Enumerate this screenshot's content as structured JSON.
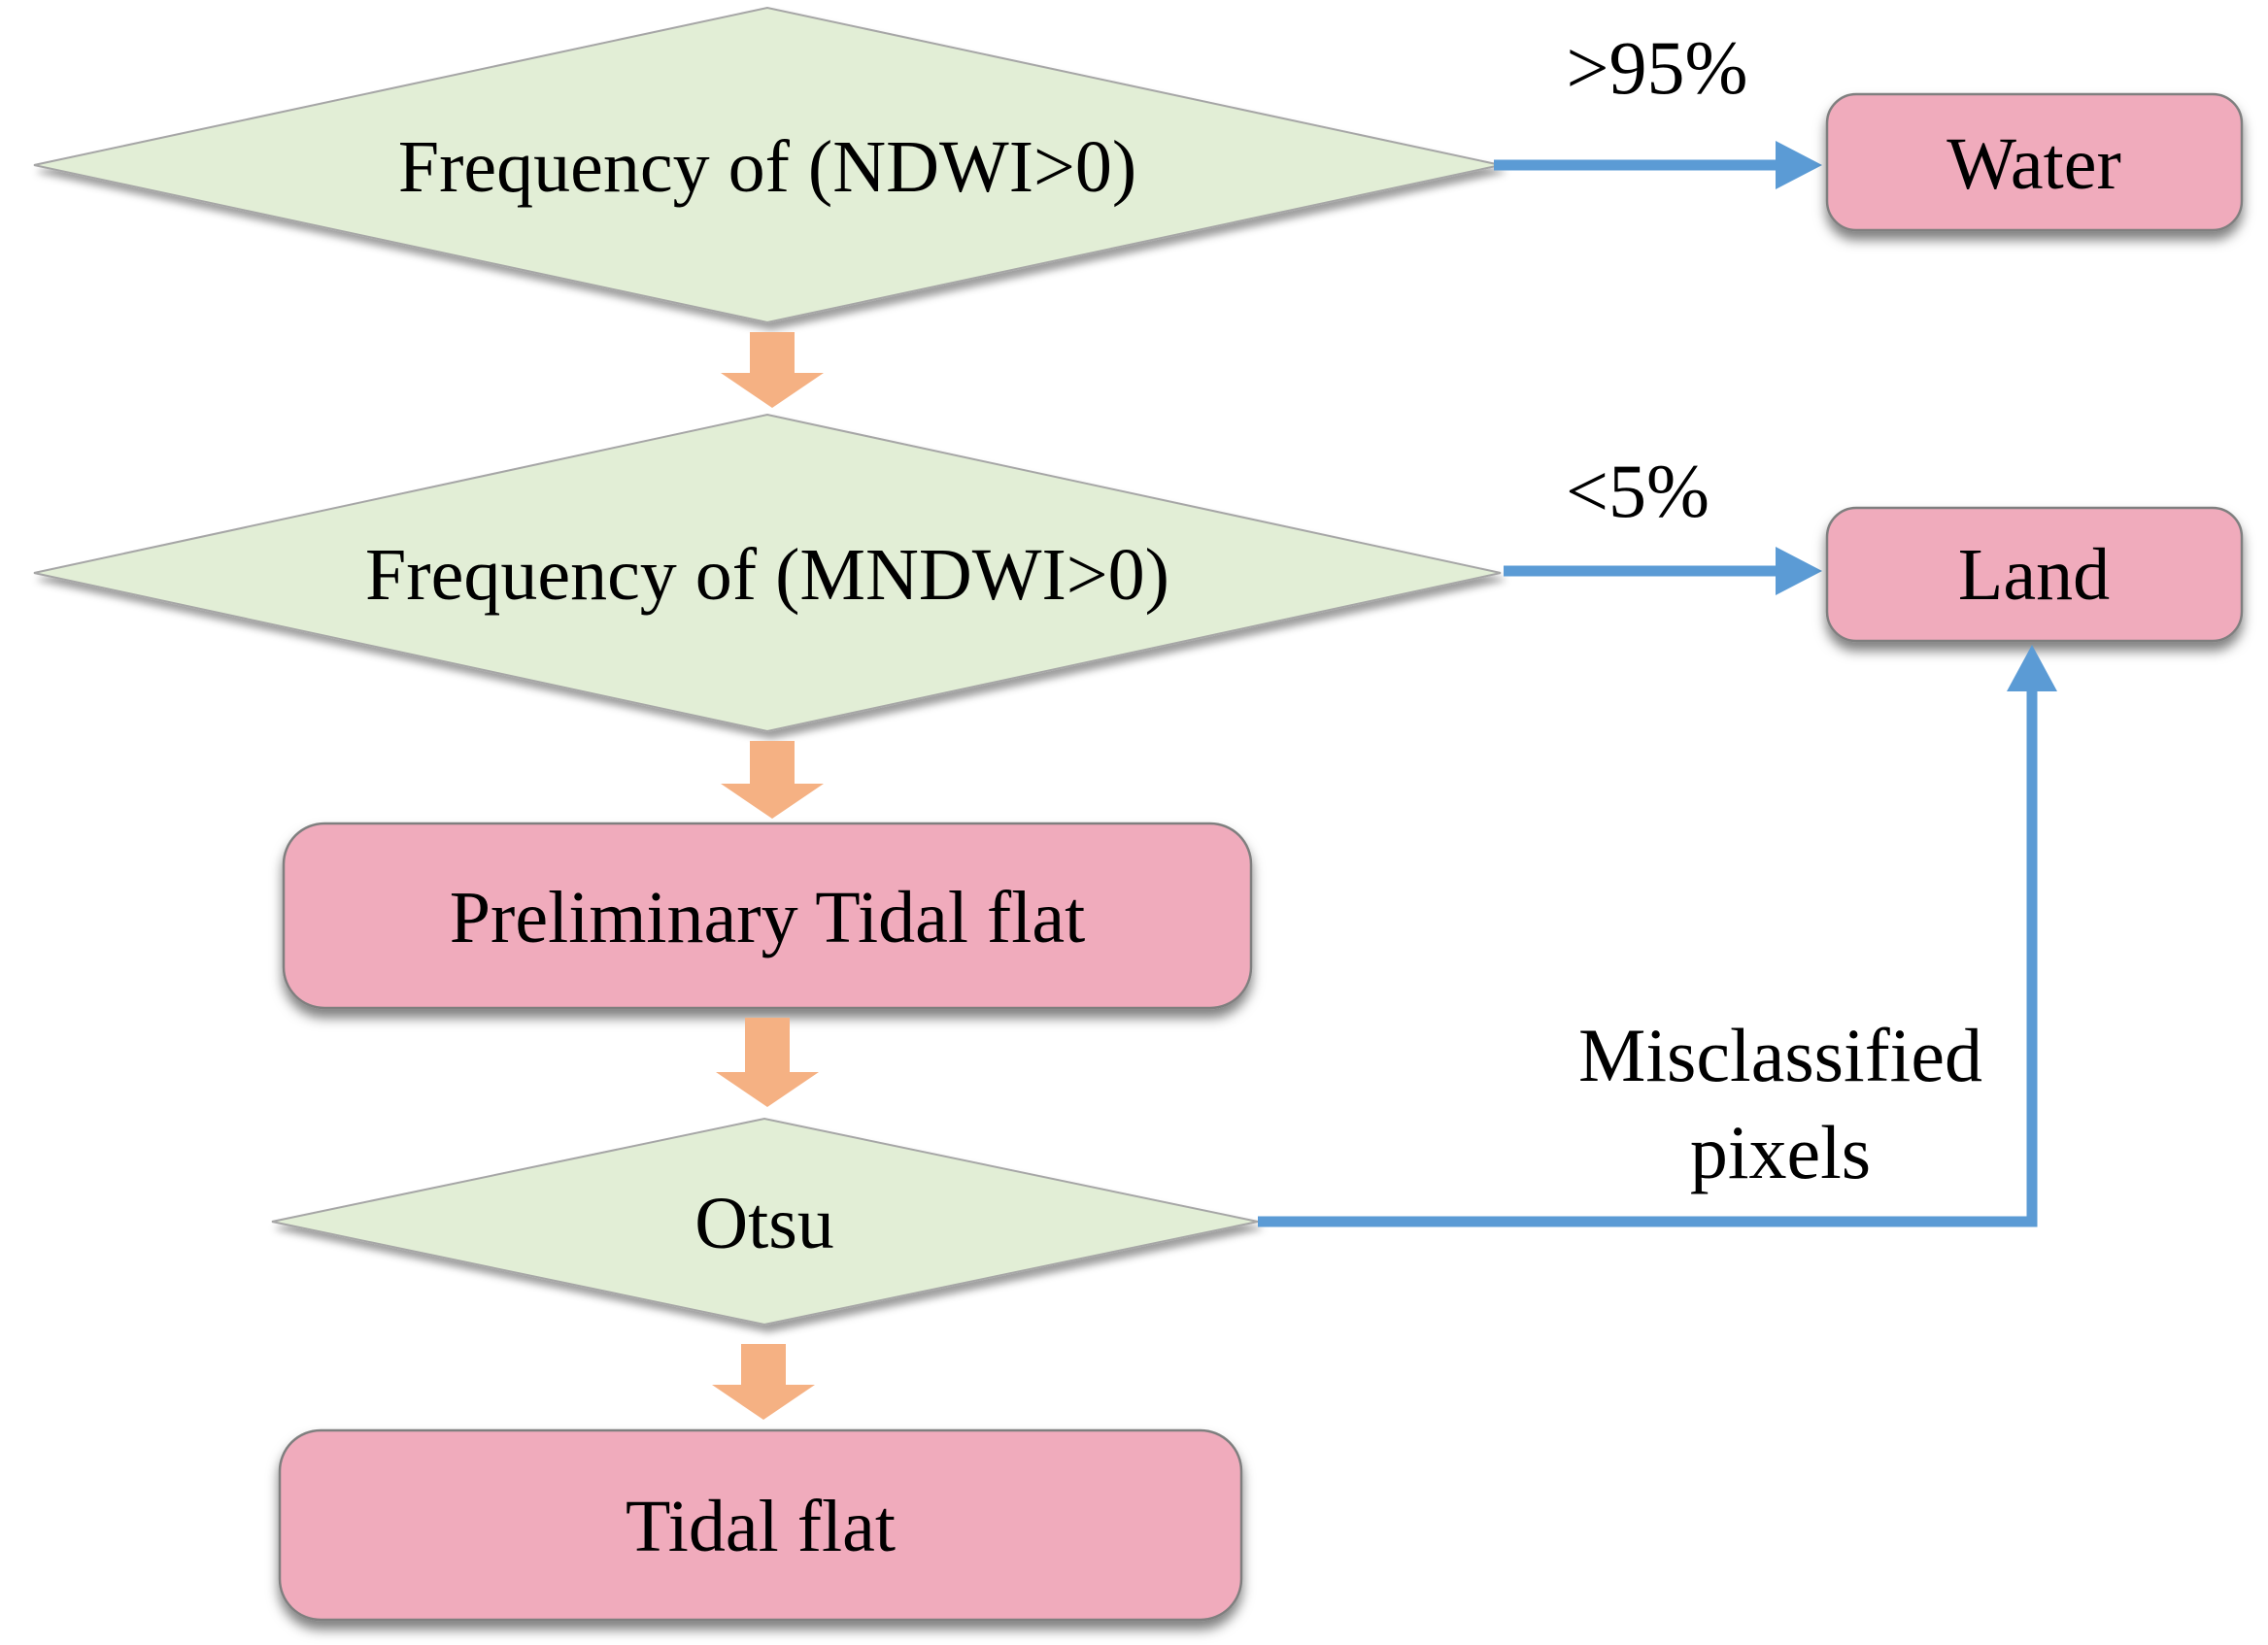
{
  "diagram_type": "flowchart",
  "colors": {
    "background": "#ffffff",
    "decision_fill": "#e2eed6",
    "decision_border": "#a6a6a6",
    "result_fill": "#f0abbc",
    "result_border": "#7f7f7f",
    "connector_blue": "#5b9bd5",
    "flow_arrow_orange": "#f5b183",
    "text": "#000000"
  },
  "nodes": {
    "ndwi": {
      "label": "Frequency of (NDWI>0)",
      "shape": "diamond"
    },
    "water": {
      "label": "Water",
      "shape": "rounded-rect"
    },
    "mndwi": {
      "label": "Frequency of (MNDWI>0)",
      "shape": "diamond"
    },
    "land": {
      "label": "Land",
      "shape": "rounded-rect"
    },
    "preliminary": {
      "label": "Preliminary Tidal flat",
      "shape": "rounded-rect"
    },
    "otsu": {
      "label": "Otsu",
      "shape": "diamond"
    },
    "tidal": {
      "label": "Tidal flat",
      "shape": "rounded-rect"
    }
  },
  "edge_labels": {
    "water_condition": ">95%",
    "land_condition": "<5%",
    "misclassified_line1": "Misclassified",
    "misclassified_line2": "pixels"
  }
}
